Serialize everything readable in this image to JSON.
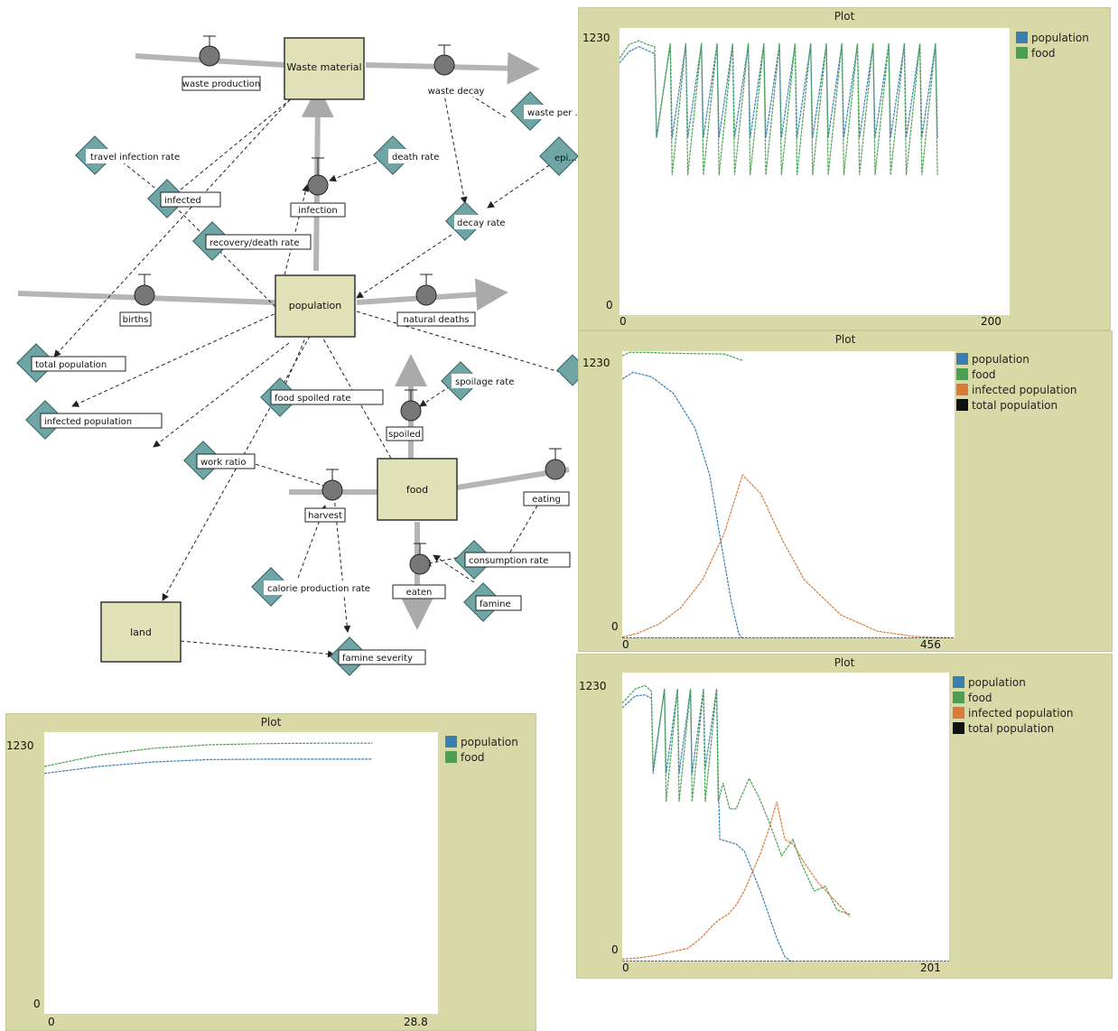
{
  "colors": {
    "population": "#3a7fb0",
    "food": "#4aa050",
    "infected_population": "#d97a3a",
    "total_population": "#111111",
    "plot_bg": "#d9d9a8",
    "stock_fill": "#e1e1b8",
    "variable_fill": "#6fa5a5"
  },
  "diagram": {
    "stocks": [
      {
        "id": "stock-1",
        "label": "Waste material"
      },
      {
        "id": "stock-2",
        "label": "population"
      },
      {
        "id": "stock-3",
        "label": "food"
      },
      {
        "id": "stock-4",
        "label": "land"
      }
    ],
    "flows": [
      {
        "id": "flow-1",
        "label": "waste production"
      },
      {
        "id": "flow-2",
        "label": "waste decay"
      },
      {
        "id": "flow-3",
        "label": "infection"
      },
      {
        "id": "flow-4",
        "label": "births"
      },
      {
        "id": "flow-5",
        "label": "natural deaths"
      },
      {
        "id": "flow-6",
        "label": "spoiled"
      },
      {
        "id": "flow-7",
        "label": "harvest"
      },
      {
        "id": "flow-8",
        "label": "eating"
      },
      {
        "id": "flow-9",
        "label": "eaten"
      }
    ],
    "variables": [
      {
        "id": "var-1",
        "label": "travel infection rate"
      },
      {
        "id": "var-2",
        "label": "infected"
      },
      {
        "id": "var-3",
        "label": "recovery/death rate"
      },
      {
        "id": "var-4",
        "label": "death rate"
      },
      {
        "id": "var-5",
        "label": "decay rate"
      },
      {
        "id": "var-6",
        "label": "waste per ..."
      },
      {
        "id": "var-7",
        "label": "total population"
      },
      {
        "id": "var-8",
        "label": "infected population"
      },
      {
        "id": "var-9",
        "label": "food spoiled rate"
      },
      {
        "id": "var-10",
        "label": "spoilage rate"
      },
      {
        "id": "var-11",
        "label": "work ratio"
      },
      {
        "id": "var-12",
        "label": "calorie production rate"
      },
      {
        "id": "var-13",
        "label": "consumption rate"
      },
      {
        "id": "var-14",
        "label": "famine"
      },
      {
        "id": "var-15",
        "label": "famine severity"
      },
      {
        "id": "var-16",
        "label": "epi..."
      }
    ]
  },
  "plots": [
    {
      "id": "plot-top-right",
      "title": "Plot",
      "y_max_label": "1230",
      "y_min_label": "0",
      "x_min_label": "0",
      "x_max_label": "200",
      "legend": [
        {
          "name": "population",
          "color": "#3a7fb0"
        },
        {
          "name": "food",
          "color": "#4aa050"
        }
      ],
      "chart_data": {
        "type": "line",
        "title": "Plot",
        "xlim": [
          0,
          200
        ],
        "ylim": [
          0,
          1230
        ],
        "series": [
          {
            "name": "population",
            "x": [
              0,
              5,
              10,
              14,
              18,
              19,
              26,
              27,
              34,
              35,
              42,
              43,
              50,
              51,
              58,
              59,
              66,
              67,
              74,
              75,
              82,
              83,
              90,
              91,
              98,
              99,
              106,
              107,
              114,
              115,
              122,
              123,
              130,
              131,
              138,
              139,
              146,
              147,
              154,
              155,
              162,
              163
            ],
            "values": [
              1080,
              1130,
              1150,
              1135,
              1120,
              760,
              1160,
              760,
              1160,
              760,
              1160,
              760,
              1160,
              760,
              1160,
              760,
              1160,
              760,
              1160,
              760,
              1160,
              760,
              1160,
              760,
              1160,
              760,
              1160,
              760,
              1160,
              760,
              1160,
              760,
              1160,
              760,
              1160,
              760,
              1160,
              760,
              1160,
              760,
              1160,
              760
            ]
          },
          {
            "name": "food",
            "x": [
              0,
              5,
              10,
              14,
              18,
              19,
              26,
              27,
              34,
              35,
              42,
              43,
              50,
              51,
              58,
              59,
              66,
              67,
              74,
              75,
              82,
              83,
              90,
              91,
              98,
              99,
              106,
              107,
              114,
              115,
              122,
              123,
              130,
              131,
              138,
              139,
              146,
              147,
              154,
              155,
              162,
              163
            ],
            "values": [
              1100,
              1160,
              1175,
              1160,
              1150,
              760,
              1165,
              600,
              1165,
              600,
              1165,
              600,
              1165,
              600,
              1165,
              600,
              1165,
              600,
              1165,
              600,
              1165,
              600,
              1165,
              600,
              1165,
              600,
              1165,
              600,
              1165,
              600,
              1165,
              600,
              1165,
              600,
              1165,
              600,
              1165,
              600,
              1165,
              600,
              1165,
              600
            ]
          }
        ]
      }
    },
    {
      "id": "plot-middle-right",
      "title": "Plot",
      "y_max_label": "1230",
      "y_min_label": "0",
      "x_min_label": "0",
      "x_max_label": "456",
      "legend": [
        {
          "name": "population",
          "color": "#3a7fb0"
        },
        {
          "name": "food",
          "color": "#4aa050"
        },
        {
          "name": "infected population",
          "color": "#d97a3a"
        },
        {
          "name": "total population",
          "color": "#111111"
        }
      ],
      "chart_data": {
        "type": "line",
        "title": "Plot",
        "xlim": [
          0,
          456
        ],
        "ylim": [
          0,
          1230
        ],
        "series": [
          {
            "name": "population",
            "x": [
              0,
              15,
              40,
              70,
              100,
              120,
              135,
              150,
              160,
              165
            ],
            "values": [
              1110,
              1140,
              1120,
              1050,
              900,
              700,
              420,
              150,
              20,
              0
            ]
          },
          {
            "name": "food",
            "x": [
              0,
              10,
              30,
              60,
              90,
              140,
              165
            ],
            "values": [
              1210,
              1225,
              1225,
              1222,
              1220,
              1218,
              1190
            ]
          },
          {
            "name": "infected population",
            "x": [
              0,
              20,
              50,
              80,
              110,
              140,
              165,
              190,
              220,
              250,
              300,
              350,
              400,
              456
            ],
            "values": [
              5,
              20,
              60,
              130,
              250,
              450,
              700,
              620,
              420,
              250,
              100,
              30,
              8,
              0
            ]
          },
          {
            "name": "total population",
            "x": [
              0,
              456
            ],
            "values": [
              0,
              0
            ]
          }
        ]
      }
    },
    {
      "id": "plot-bottom-right",
      "title": "Plot",
      "y_max_label": "1230",
      "y_min_label": "0",
      "x_min_label": "0",
      "x_max_label": "201",
      "legend": [
        {
          "name": "population",
          "color": "#3a7fb0"
        },
        {
          "name": "food",
          "color": "#4aa050"
        },
        {
          "name": "infected population",
          "color": "#d97a3a"
        },
        {
          "name": "total population",
          "color": "#111111"
        }
      ],
      "chart_data": {
        "type": "line",
        "title": "Plot",
        "xlim": [
          0,
          201
        ],
        "ylim": [
          0,
          1230
        ],
        "series": [
          {
            "name": "population",
            "x": [
              0,
              8,
              14,
              18,
              19,
              26,
              27,
              34,
              35,
              42,
              43,
              50,
              51,
              58,
              59,
              60,
              70,
              75,
              85,
              95,
              100,
              104
            ],
            "values": [
              1080,
              1130,
              1135,
              1120,
              800,
              1160,
              800,
              1160,
              800,
              1160,
              800,
              1160,
              820,
              1160,
              780,
              520,
              500,
              470,
              300,
              100,
              20,
              0
            ]
          },
          {
            "name": "food",
            "x": [
              0,
              8,
              14,
              18,
              19,
              26,
              27,
              34,
              35,
              42,
              43,
              50,
              51,
              58,
              59,
              62,
              66,
              70,
              78,
              84,
              90,
              98,
              105,
              110,
              118,
              125,
              132,
              140
            ],
            "values": [
              1100,
              1160,
              1175,
              1150,
              820,
              1160,
              680,
              1160,
              680,
              1160,
              680,
              1160,
              680,
              1160,
              680,
              760,
              650,
              650,
              780,
              700,
              600,
              450,
              520,
              420,
              300,
              320,
              220,
              200
            ]
          },
          {
            "name": "infected population",
            "x": [
              0,
              10,
              20,
              30,
              40,
              45,
              50,
              55,
              60,
              65,
              70,
              75,
              80,
              85,
              90,
              95,
              100,
              105,
              112,
              120,
              128,
              135,
              140
            ],
            "values": [
              10,
              15,
              25,
              40,
              55,
              80,
              110,
              150,
              180,
              200,
              240,
              300,
              380,
              460,
              560,
              680,
              520,
              500,
              420,
              340,
              280,
              230,
              190
            ]
          },
          {
            "name": "total population",
            "x": [
              0,
              201
            ],
            "values": [
              0,
              0
            ]
          }
        ]
      }
    },
    {
      "id": "plot-bottom-left",
      "title": "Plot",
      "y_max_label": "1230",
      "y_min_label": "0",
      "x_min_label": "0",
      "x_max_label": "28.8",
      "legend": [
        {
          "name": "population",
          "color": "#3a7fb0"
        },
        {
          "name": "food",
          "color": "#4aa050"
        }
      ],
      "chart_data": {
        "type": "line",
        "title": "Plot",
        "xlim": [
          0,
          28.8
        ],
        "ylim": [
          0,
          1230
        ],
        "series": [
          {
            "name": "population",
            "x": [
              0,
              4,
              8,
              12,
              16,
              20,
              24
            ],
            "values": [
              1050,
              1080,
              1100,
              1110,
              1112,
              1112,
              1112
            ]
          },
          {
            "name": "food",
            "x": [
              0,
              4,
              8,
              12,
              16,
              20,
              24
            ],
            "values": [
              1080,
              1130,
              1160,
              1175,
              1180,
              1182,
              1182
            ]
          }
        ]
      }
    }
  ]
}
